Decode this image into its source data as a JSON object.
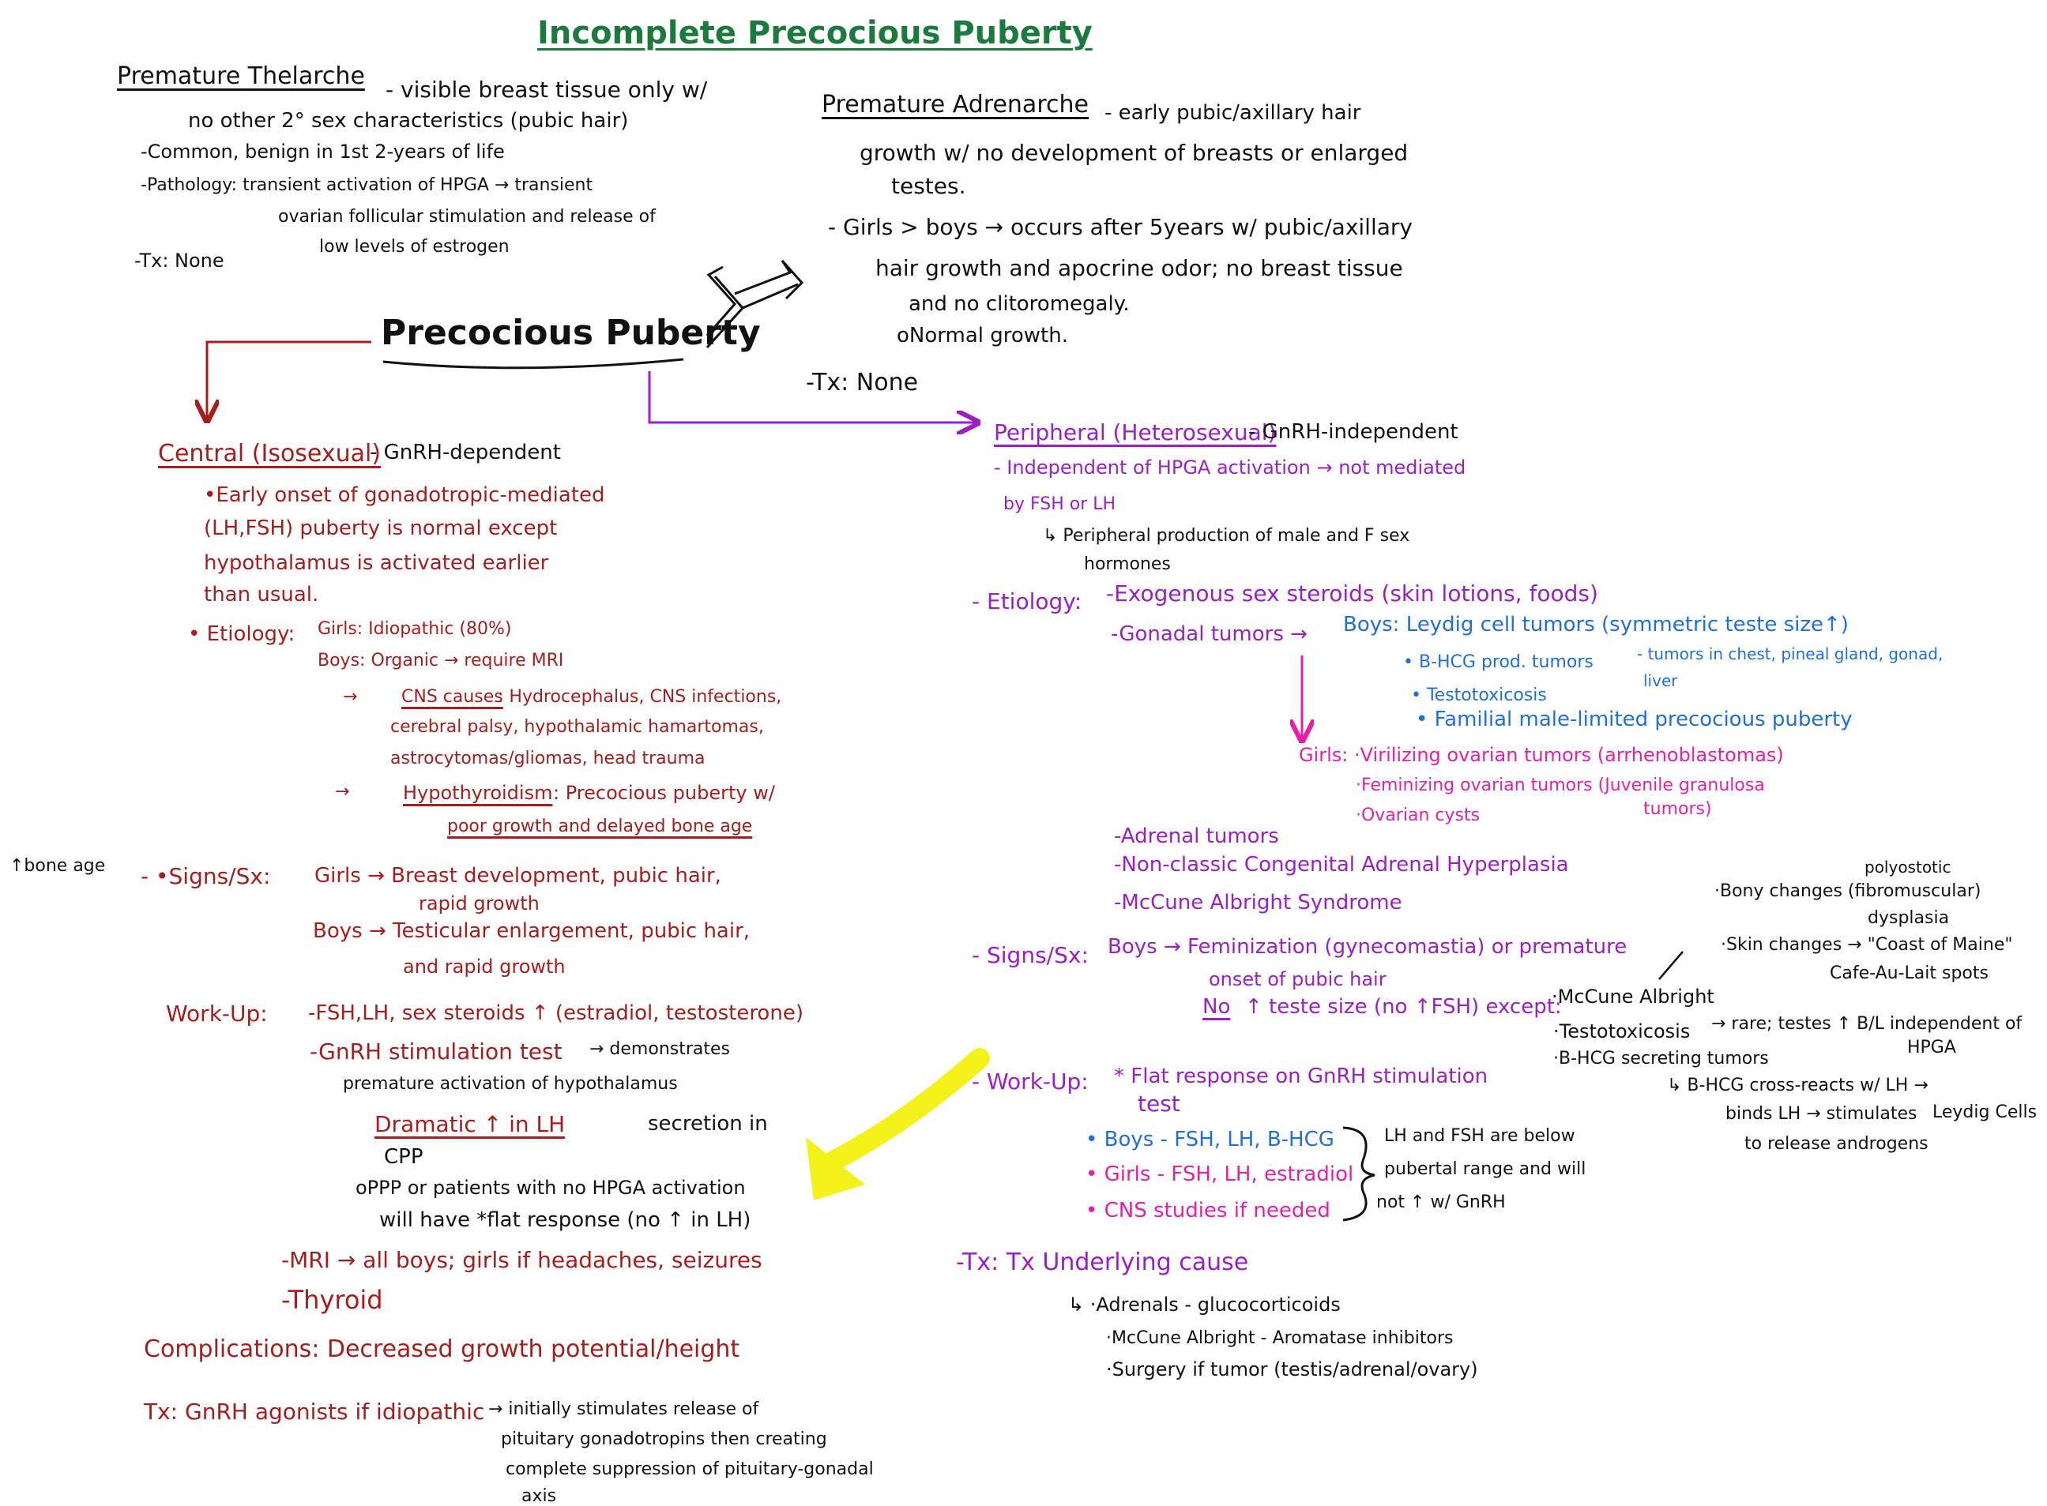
{
  "header": {
    "title": "Incomplete Precocious Puberty",
    "title_color": "#1d7a3e"
  },
  "center": {
    "title": "Precocious Puberty"
  },
  "thelarche": {
    "heading": "Premature Thelarche",
    "l1": "- visible breast tissue only w/",
    "l2": "no other 2° sex characteristics (pubic hair)",
    "l3": "-Common, benign in 1st 2-years of life",
    "l4": "-Pathology: transient activation of HPGA → transient",
    "l5": "ovarian follicular stimulation and release of",
    "l6": "low levels of estrogen",
    "l7": "-Tx: None"
  },
  "adrenarche": {
    "heading": "Premature Adrenarche",
    "l1": "- early pubic/axillary hair",
    "l2": "growth w/ no development of breasts or enlarged",
    "l3": "testes.",
    "l4": "- Girls > boys → occurs after 5years w/ pubic/axillary",
    "l5": "hair growth and apocrine odor; no breast tissue",
    "l6": "and no clitoromegaly.",
    "l7": "oNormal growth.",
    "l8": "-Tx: None"
  },
  "central": {
    "heading": "Central (Isosexual)",
    "heading_suffix": "- GnRH-dependent",
    "d1": "•Early onset of gonadotropic-mediated",
    "d2": "(LH,FSH) puberty is normal except",
    "d3": "hypothalamus is activated earlier",
    "d4": "than usual.",
    "etiology_label": "• Etiology:",
    "girls": "Girls: Idiopathic (80%)",
    "boys": "Boys: Organic → require MRI",
    "cns_label": "CNS causes",
    "cns1": ": Hydrocephalus, CNS infections,",
    "cns2": "cerebral palsy, hypothalamic hamartomas,",
    "cns3": "astrocytomas/gliomas, head trauma",
    "hypo_label": "Hypothyroidism",
    "hypo1": ": Precocious puberty w/",
    "hypo2": "poor growth and delayed bone age",
    "bone_age": "↑bone age",
    "signs_label": "- •Signs/Sx:",
    "signs_girls": "Girls → Breast development, pubic hair,",
    "signs_girls2": "rapid growth",
    "signs_boys": "Boys → Testicular enlargement, pubic hair,",
    "signs_boys2": "and rapid growth",
    "work_label": "Work-Up:",
    "w1": "-FSH,LH, sex steroids ↑ (estradiol, testosterone)",
    "w2": "-GnRH stimulation test",
    "w2b": "→ demonstrates",
    "w3": "premature activation of hypothalamus",
    "w4a": "Dramatic ↑ in LH",
    "w4b": "secretion in",
    "w4c": "CPP",
    "w5": "oPPP or patients with no HPGA activation",
    "w6": "will have *flat response (no ↑ in LH)",
    "w7": "-MRI → all boys; girls if headaches, seizures",
    "w8": "-Thyroid",
    "complications": "Complications: Decreased growth potential/height",
    "tx_label": "Tx: GnRH agonists if idiopathic",
    "tx1": "→ initially stimulates release of",
    "tx2": "pituitary gonadotropins then creating",
    "tx3": "complete suppression of pituitary-gonadal",
    "tx4": "axis"
  },
  "peripheral": {
    "heading": "Peripheral (Heterosexual)",
    "heading_suffix": "- GnRH-independent",
    "i1": "- Independent of HPGA activation → not mediated",
    "i2": "by FSH or LH",
    "i3": "↳ Peripheral production of male and F sex",
    "i4": "hormones",
    "etiology_label": "- Etiology:",
    "e1": "-Exogenous sex steroids (skin lotions, foods)",
    "e2": "-Gonadal tumors →",
    "e2b": "Boys: Leydig cell tumors (symmetric teste size↑)",
    "b1": "• B-HCG prod. tumors",
    "b1b": "- tumors in chest, pineal gland, gonad,",
    "b1c": "liver",
    "b2": "• Testotoxicosis",
    "b3": "• Familial male-limited precocious puberty",
    "g1": "Girls: ·Virilizing ovarian tumors (arrhenoblastomas)",
    "g2": "·Feminizing ovarian tumors (Juvenile granulosa",
    "g2b": "tumors)",
    "g3": "·Ovarian cysts",
    "e3": "-Adrenal tumors",
    "e4": "-Non-classic Congenital Adrenal Hyperplasia",
    "e5": "-McCune Albright Syndrome",
    "signs_label": "- Signs/Sx:",
    "signs1": "Boys → Feminization (gynecomastia) or premature",
    "signs2": "onset of pubic hair",
    "signs3a": "No",
    "signs3b": "↑ teste size (no ↑FSH) except:",
    "ex1": "·McCune Albright",
    "ex2": "·Testotoxicosis",
    "ex2b": "→ rare; testes ↑ B/L independent of",
    "ex2c": "HPGA",
    "ex3": "·B-HCG secreting tumors",
    "ex3b": "↳ B-HCG cross-reacts w/ LH →",
    "ex3c": "binds LH → stimulates",
    "ex3d": "Leydig Cells",
    "ex3e": "to release androgens",
    "mc1": "polyostotic",
    "mc2": "·Bony changes (fibromuscular)",
    "mc3": "dysplasia",
    "mc4": "·Skin changes → \"Coast of Maine\"",
    "mc5": "Cafe-Au-Lait spots",
    "work_label": "- Work-Up:",
    "work1": "* Flat response on GnRH stimulation",
    "work2": "test",
    "wb": "• Boys - FSH, LH, B-HCG",
    "wg": "• Girls - FSH, LH, estradiol",
    "wc": "• CNS studies if needed",
    "wr1": "LH and FSH are below",
    "wr2": "pubertal range and will",
    "wr3": "not ↑ w/ GnRH",
    "tx_label": "-Tx: Tx Underlying cause",
    "tx1": "↳ ·Adrenals - glucocorticoids",
    "tx2": "·McCune Albright - Aromatase inhibitors",
    "tx3": "·Surgery if tumor (testis/adrenal/ovary)"
  },
  "colors": {
    "black": "#111111",
    "red": "#a51d1d",
    "purple": "#9b1fc4",
    "blue": "#1f6fd8",
    "pink": "#e51fa8",
    "green": "#1d7a3e",
    "yellow": "#f4f21a"
  }
}
